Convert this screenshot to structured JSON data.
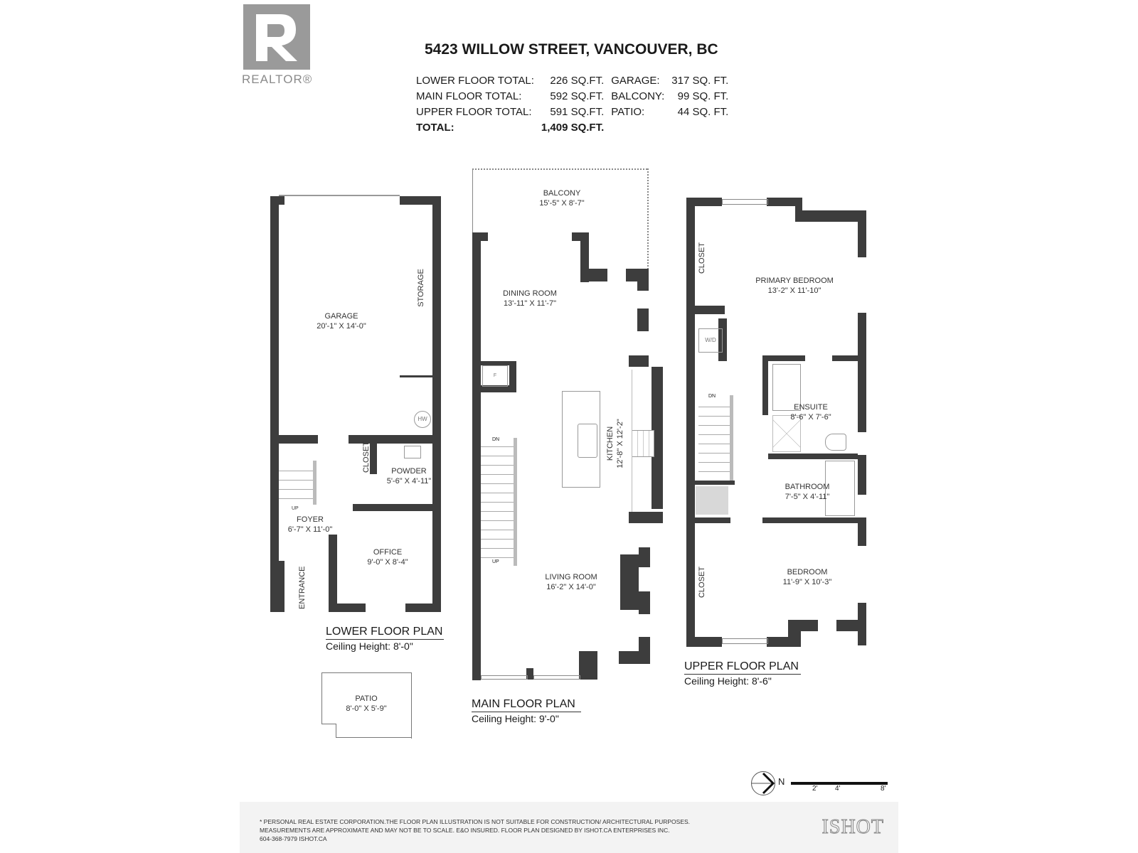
{
  "brand": {
    "logo_text": "REALTOR®",
    "logo_letter": "R"
  },
  "header": {
    "address": "5423 WILLOW STREET, VANCOUVER, BC",
    "stats": [
      {
        "label": "LOWER FLOOR TOTAL:",
        "value": "226 SQ.FT.",
        "label2": "GARAGE:",
        "value2": "317 SQ. FT."
      },
      {
        "label": "MAIN FLOOR TOTAL:",
        "value": "592 SQ.FT.",
        "label2": "BALCONY:",
        "value2": "99 SQ. FT."
      },
      {
        "label": "UPPER FLOOR TOTAL:",
        "value": "591 SQ.FT.",
        "label2": "PATIO:",
        "value2": "44 SQ. FT."
      },
      {
        "label": "TOTAL:",
        "value": "1,409 SQ.FT.",
        "label2": "",
        "value2": ""
      }
    ]
  },
  "plans": {
    "lower": {
      "title": "LOWER FLOOR PLAN",
      "ceiling": "Ceiling Height: 8'-0\"",
      "rooms": {
        "garage": {
          "name": "GARAGE",
          "dim": "20'-1\" X 14'-0\""
        },
        "storage": {
          "name": "STORAGE"
        },
        "closet": {
          "name": "CLOSET"
        },
        "powder": {
          "name": "POWDER",
          "dim": "5'-6\" X 4'-11\""
        },
        "foyer": {
          "name": "FOYER",
          "dim": "6'-7\" X 11'-0\""
        },
        "office": {
          "name": "OFFICE",
          "dim": "9'-0\" X 8'-4\""
        },
        "entrance": {
          "name": "ENTRANCE"
        }
      },
      "labels": {
        "hw": "HW",
        "up": "UP"
      }
    },
    "patio": {
      "name": "PATIO",
      "dim": "8'-0\" X 5'-9\""
    },
    "main": {
      "title": "MAIN FLOOR PLAN",
      "ceiling": "Ceiling Height: 9'-0\"",
      "rooms": {
        "balcony": {
          "name": "BALCONY",
          "dim": "15'-5\" X 8'-7\""
        },
        "dining": {
          "name": "DINING ROOM",
          "dim": "13'-11\" X 11'-7\""
        },
        "kitchen": {
          "name": "KITCHEN",
          "dim": "12'-8\" X 12'-2\""
        },
        "living": {
          "name": "LIVING ROOM",
          "dim": "16'-2\" X 14'-0\""
        }
      },
      "labels": {
        "dn": "DN",
        "up": "UP",
        "f": "F"
      }
    },
    "upper": {
      "title": "UPPER FLOOR PLAN",
      "ceiling": "Ceiling Height: 8'-6\"",
      "rooms": {
        "primary": {
          "name": "PRIMARY BEDROOM",
          "dim": "13'-2\" X 11'-10\""
        },
        "closet1": {
          "name": "CLOSET"
        },
        "ensuite": {
          "name": "ENSUITE",
          "dim": "8'-6\" X 7'-6\""
        },
        "bathroom": {
          "name": "BATHROOM",
          "dim": "7'-5\" X 4'-11\""
        },
        "bedroom": {
          "name": "BEDROOM",
          "dim": "11'-9\" X 10'-3\""
        },
        "closet2": {
          "name": "CLOSET"
        }
      },
      "labels": {
        "wd": "W/D",
        "dn": "DN"
      }
    }
  },
  "scale": {
    "north": "N",
    "ticks": [
      "2'",
      "4'",
      "8'"
    ]
  },
  "footer": {
    "line1": "* PERSONAL REAL ESTATE CORPORATION.THE FLOOR PLAN ILLUSTRATION IS NOT SUITABLE FOR CONSTRUCTION/ ARCHITECTURAL PURPOSES.",
    "line2": "MEASUREMENTS ARE APPROXIMATE AND MAY NOT BE TO SCALE. E&O INSURED. FLOOR PLAN DESIGNED BY ISHOT.CA ENTERPRISES INC.",
    "line3": "604-368-7979  ISHOT.CA",
    "brand": "ISHOT"
  }
}
